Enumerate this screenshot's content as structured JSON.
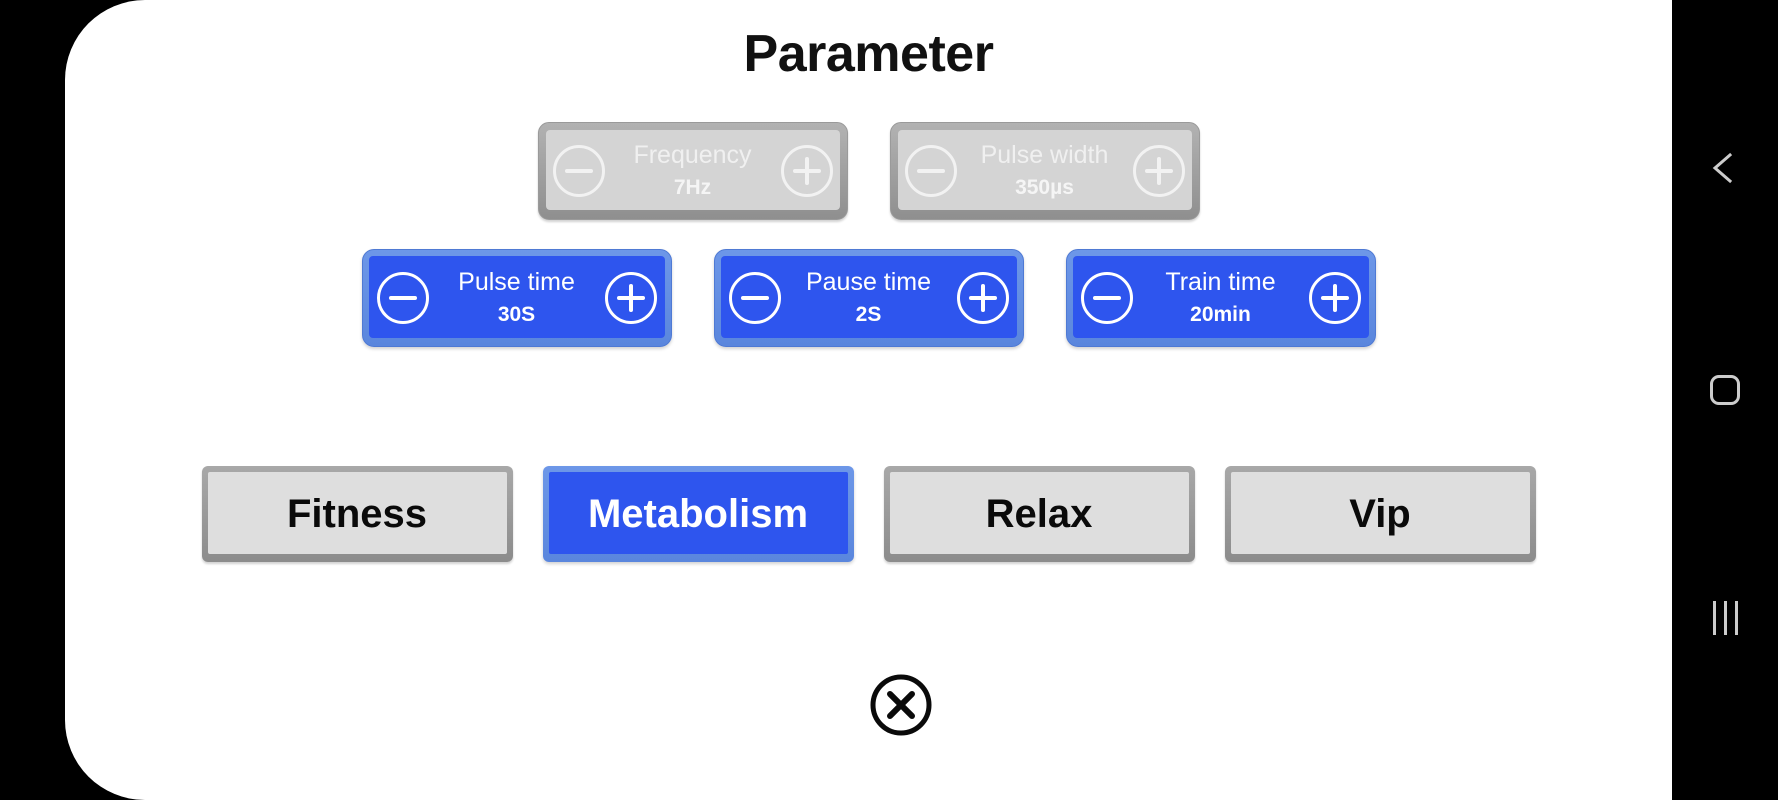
{
  "app": {
    "title": "Parameter",
    "accent_blue": "#2e55ee",
    "blue_frame": "#5a86dd",
    "grey_face": "#d4d4d4",
    "grey_frame": "#8f8f8f",
    "mode_grey_face": "#dedede",
    "sheet_background": "#ffffff",
    "screen_background": "#000000"
  },
  "steppers": {
    "row_top": [
      {
        "name": "frequency",
        "label": "Frequency",
        "value": "7Hz",
        "state": "grey",
        "decrement_icon": "minus-circle-icon",
        "increment_icon": "plus-circle-icon"
      },
      {
        "name": "pulse-width",
        "label": "Pulse width",
        "value": "350µs",
        "state": "grey",
        "decrement_icon": "minus-circle-icon",
        "increment_icon": "plus-circle-icon"
      }
    ],
    "row_bottom": [
      {
        "name": "pulse-time",
        "label": "Pulse time",
        "value": "30S",
        "state": "blue",
        "decrement_icon": "minus-circle-icon",
        "increment_icon": "plus-circle-icon"
      },
      {
        "name": "pause-time",
        "label": "Pause time",
        "value": "2S",
        "state": "blue",
        "decrement_icon": "minus-circle-icon",
        "increment_icon": "plus-circle-icon"
      },
      {
        "name": "train-time",
        "label": "Train time",
        "value": "20min",
        "state": "blue",
        "decrement_icon": "minus-circle-icon",
        "increment_icon": "plus-circle-icon"
      }
    ]
  },
  "modes": {
    "selected": "Metabolism",
    "items": [
      {
        "name": "fitness",
        "label": "Fitness",
        "selected": false
      },
      {
        "name": "metabolism",
        "label": "Metabolism",
        "selected": true
      },
      {
        "name": "relax",
        "label": "Relax",
        "selected": false
      },
      {
        "name": "vip",
        "label": "Vip",
        "selected": false
      }
    ]
  },
  "close": {
    "icon": "close-circle-icon",
    "label": ""
  },
  "nav_bar": {
    "items": [
      {
        "name": "back",
        "icon": "chevron-left-icon"
      },
      {
        "name": "home",
        "icon": "home-square-icon"
      },
      {
        "name": "recents",
        "icon": "recents-bars-icon"
      }
    ]
  }
}
